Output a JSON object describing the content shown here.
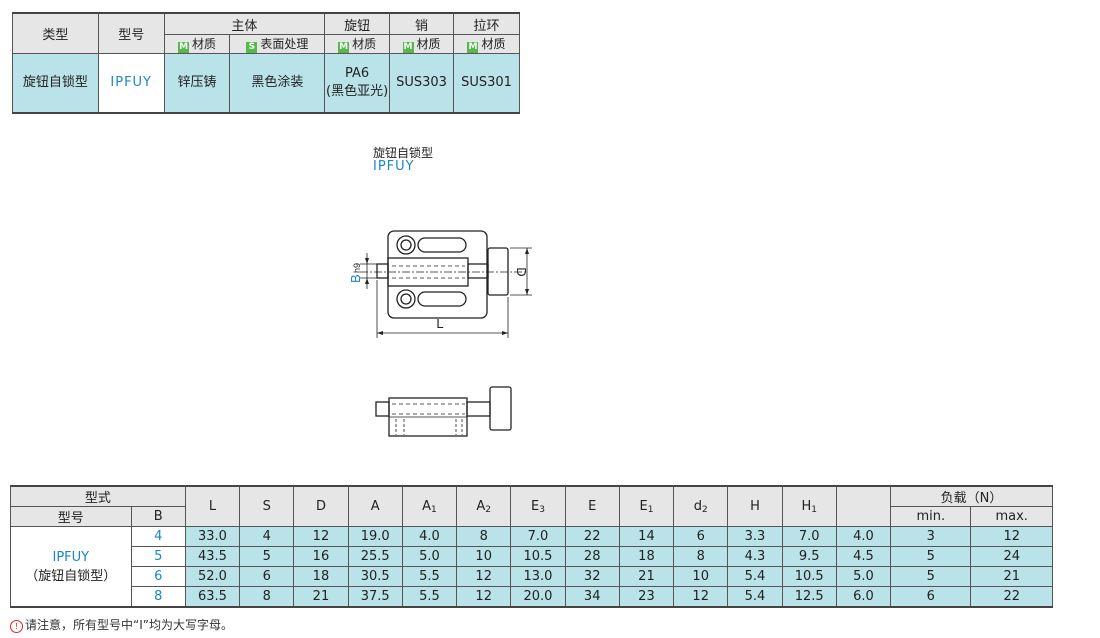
{
  "spec_table": {
    "headers": {
      "type": "类型",
      "model": "型号",
      "body": "主体",
      "knob": "旋钮",
      "pin": "销",
      "ring": "拉环"
    },
    "sub_headers": [
      {
        "badge": "M",
        "label": "材质"
      },
      {
        "badge": "S",
        "label": "表面处理"
      },
      {
        "badge": "M",
        "label": "材质"
      },
      {
        "badge": "M",
        "label": "材质"
      },
      {
        "badge": "M",
        "label": "材质"
      }
    ],
    "row": {
      "type": "旋钮自锁型",
      "model": "IPFUY",
      "body_material": "锌压铸",
      "surface": "黑色涂装",
      "knob_material_1": "PA6",
      "knob_material_2": "(黑色亚光)",
      "pin_material": "SUS303",
      "ring_material": "SUS301"
    },
    "badge_colors": {
      "M": "#54b948",
      "S": "#54b948"
    }
  },
  "drawing": {
    "caption_title": "旋钮自锁型",
    "caption_model": "IPFUY",
    "label_B": "B",
    "label_h9": "h9",
    "label_D": "D",
    "label_L": "L"
  },
  "dims_table": {
    "header_style": "型式",
    "header_model": "型号",
    "header_B": "B",
    "columns": [
      "L",
      "S",
      "D",
      "A",
      "A",
      "A",
      "E",
      "E",
      "E",
      "d",
      "H",
      "H"
    ],
    "column_subs": [
      "",
      "",
      "",
      "",
      "1",
      "2",
      "3",
      "",
      "1",
      "2",
      "",
      "1"
    ],
    "load_header": "负载（N）",
    "load_min": "min.",
    "load_max": "max.",
    "model_name": "IPFUY",
    "model_type": "（旋钮自锁型）",
    "rows": [
      {
        "B": "4",
        "vals": [
          "33.0",
          "4",
          "12",
          "19.0",
          "4.0",
          "8",
          "7.0",
          "22",
          "14",
          "6",
          "3.3",
          "7.0",
          "4.0",
          "3",
          "12"
        ]
      },
      {
        "B": "5",
        "vals": [
          "43.5",
          "5",
          "16",
          "25.5",
          "5.0",
          "10",
          "10.5",
          "28",
          "18",
          "8",
          "4.3",
          "9.5",
          "4.5",
          "5",
          "24"
        ]
      },
      {
        "B": "6",
        "vals": [
          "52.0",
          "6",
          "18",
          "30.5",
          "5.5",
          "12",
          "13.0",
          "32",
          "21",
          "10",
          "5.4",
          "10.5",
          "5.0",
          "5",
          "21"
        ]
      },
      {
        "B": "8",
        "vals": [
          "63.5",
          "8",
          "21",
          "37.5",
          "5.5",
          "12",
          "20.0",
          "34",
          "23",
          "12",
          "5.4",
          "12.5",
          "6.0",
          "6",
          "22"
        ]
      }
    ]
  },
  "note": {
    "icon": "warning-icon",
    "text": "请注意，所有型号中“I”均为大写字母。"
  },
  "colors": {
    "accent_blue": "#1a87c9",
    "cell_teal": "#b9e3e8",
    "header_gray": "#e6e6e6"
  }
}
